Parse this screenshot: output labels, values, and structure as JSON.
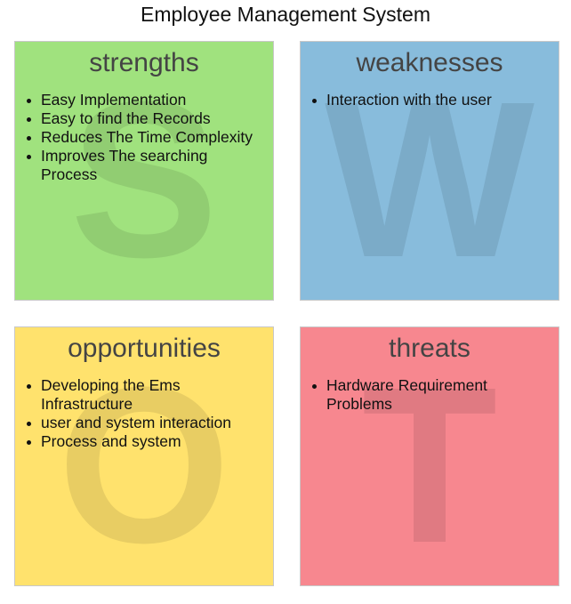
{
  "title": "Employee Management System",
  "colors": {
    "strengths": "#a0e27e",
    "weaknesses": "#88bcdc",
    "opportunities": "#ffe26d",
    "threats": "#f7878f"
  },
  "quadrants": [
    {
      "key": "strengths",
      "letter": "S",
      "heading": "strengths",
      "items": [
        "Easy Implementation",
        "Easy to find the Records",
        "Reduces The Time Complexity",
        "Improves The searching Process"
      ]
    },
    {
      "key": "weaknesses",
      "letter": "W",
      "heading": "weaknesses",
      "items": [
        "Interaction with the user"
      ]
    },
    {
      "key": "opportunities",
      "letter": "O",
      "heading": "opportunities",
      "items": [
        "Developing the Ems Infrastructure",
        "user and system interaction",
        "Process and system"
      ]
    },
    {
      "key": "threats",
      "letter": "T",
      "heading": "threats",
      "items": [
        "Hardware Requirement Problems"
      ]
    }
  ]
}
